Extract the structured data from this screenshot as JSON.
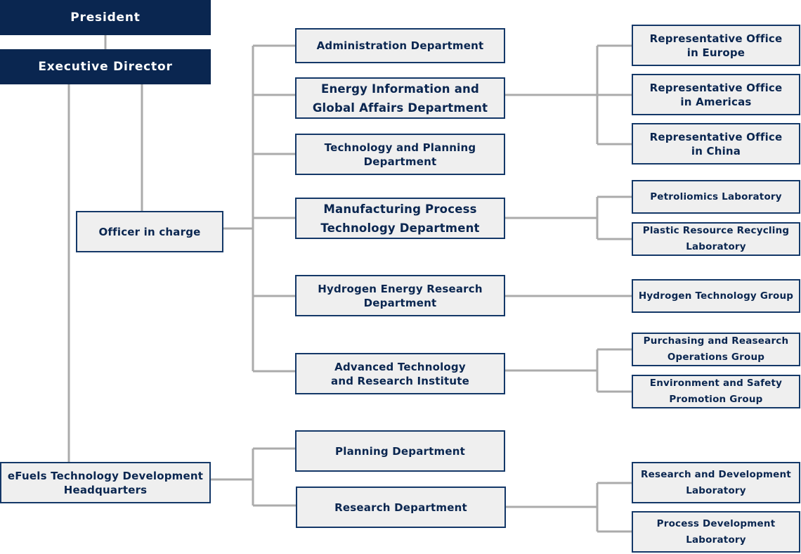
{
  "top": {
    "president": "President",
    "executive_director": "Executive Director"
  },
  "officer": "Officer in charge",
  "efuels_hq": "eFuels Technology Development\nHeadquarters",
  "departments": {
    "administration": "Administration Department",
    "energy_info": "Energy Information and\nGlobal Affairs Department",
    "tech_planning": "Technology and Planning\nDepartment",
    "manufacturing": "Manufacturing Process\nTechnology Department",
    "hydrogen": "Hydrogen Energy Research\nDepartment",
    "advanced": "Advanced Technology\nand Research Institute",
    "planning": "Planning Department",
    "research": "Research Department"
  },
  "units": {
    "rep_europe": "Representative Office\nin Europe",
    "rep_americas": "Representative Office\nin Americas",
    "rep_china": "Representative Office\nin China",
    "petroliomics": "Petroliomics Laboratory",
    "plastic": "Plastic Resource Recycling\nLaboratory",
    "hydrogen_group": "Hydrogen Technology Group",
    "purchasing": "Purchasing and Reasearch\nOperations Group",
    "environment": "Environment and Safety\nPromotion Group",
    "rnd_lab": "Research and Development\nLaboratory",
    "process_lab": "Process Development\nLaboratory"
  }
}
